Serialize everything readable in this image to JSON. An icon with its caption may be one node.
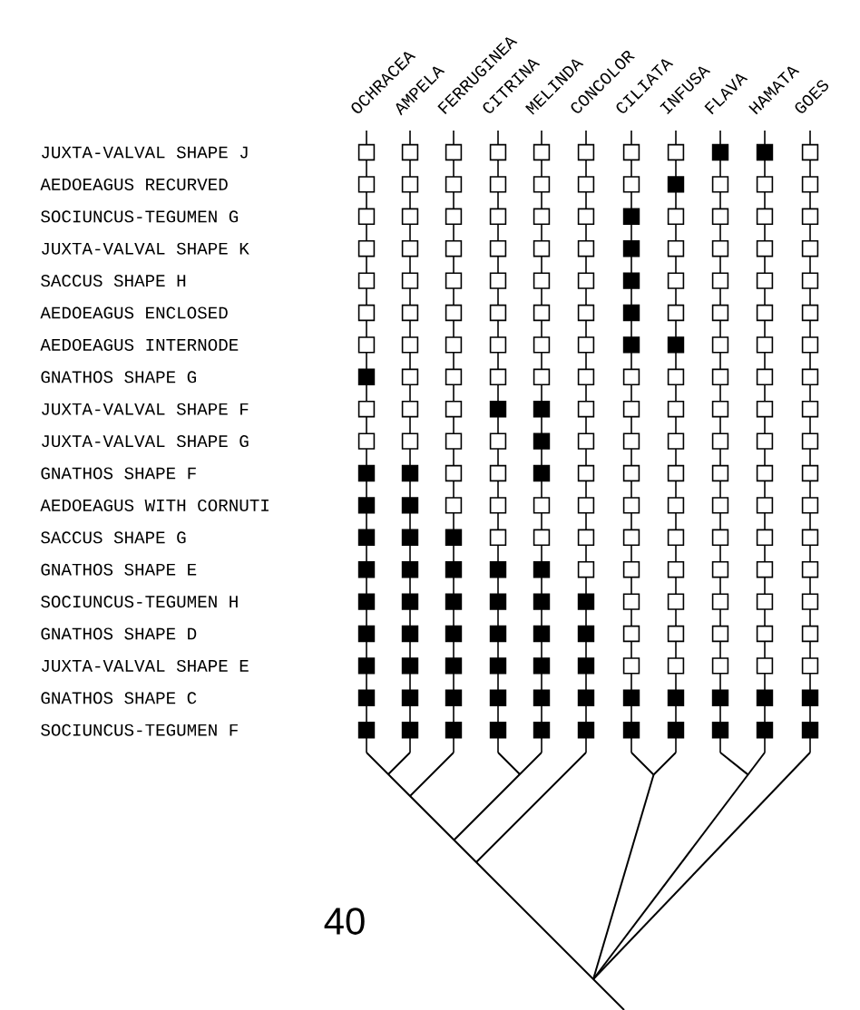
{
  "diagram": {
    "labels": [
      "OCHRACEA",
      "AMPELA",
      "FERRUGINEA",
      "CITRINA",
      "MELINDA",
      "CONCOLOR",
      "CILIATA",
      "INFUSA",
      "FLAVA",
      "HAMATA",
      "GOES",
      "JUXTA-VALVAL SHAPE J",
      "AEDOEAGUS RECURVED",
      "SOCIUNCUS-TEGUMEN G",
      "JUXTA-VALVAL SHAPE K",
      "SACCUS SHAPE H",
      "AEDOEAGUS ENCLOSED",
      "AEDOEAGUS INTERNODE",
      "GNATHOS SHAPE G",
      "JUXTA-VALVAL SHAPE F",
      "JUXTA-VALVAL SHAPE G",
      "GNATHOS SHAPE F",
      "AEDOEAGUS WITH CORNUTI",
      "SACCUS SHAPE G",
      "GNATHOS SHAPE E",
      "SOCIUNCUS-TEGUMEN H",
      "GNATHOS SHAPE D",
      "JUXTA-VALVAL SHAPE E",
      "GNATHOS SHAPE C",
      "SOCIUNCUS-TEGUMEN F",
      "40"
    ]
  }
}
